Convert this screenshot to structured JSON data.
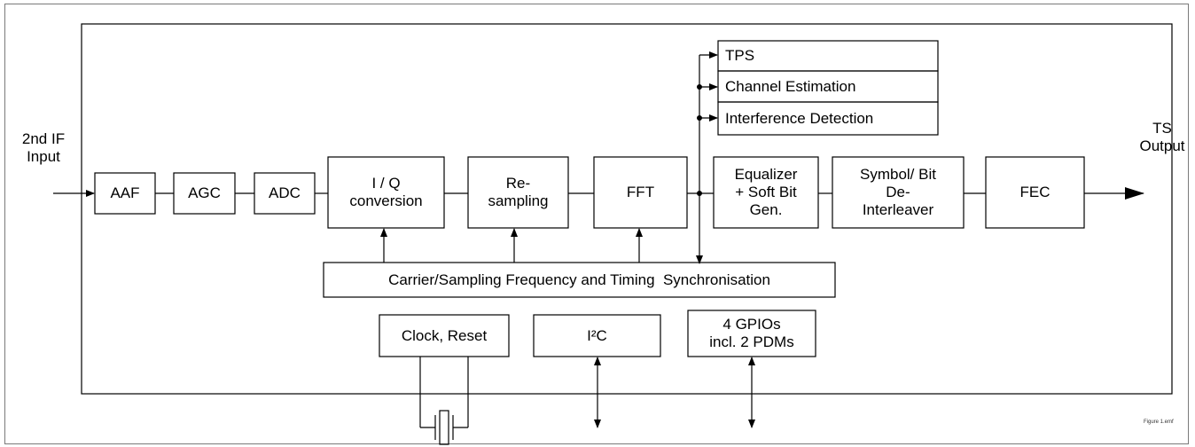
{
  "io": {
    "input_label": "2nd IF\nInput",
    "output_label": "TS\nOutput"
  },
  "blocks": {
    "aaf": "AAF",
    "agc": "AGC",
    "adc": "ADC",
    "iq": "I / Q\nconversion",
    "resampling": "Re-\nsampling",
    "fft": "FFT",
    "equalizer": "Equalizer\n+ Soft Bit\nGen.",
    "deinterleaver": "Symbol/ Bit\nDe-\nInterleaver",
    "fec": "FEC",
    "tps": "TPS",
    "channel_estimation": "Channel Estimation",
    "interference_detection": "Interference Detection",
    "sync": "Carrier/Sampling Frequency and Timing  Synchronisation",
    "clock_reset": "Clock, Reset",
    "i2c": "I²C",
    "gpio": "4 GPIOs\nincl. 2 PDMs"
  },
  "figure_tag": "Figure 1.emf"
}
